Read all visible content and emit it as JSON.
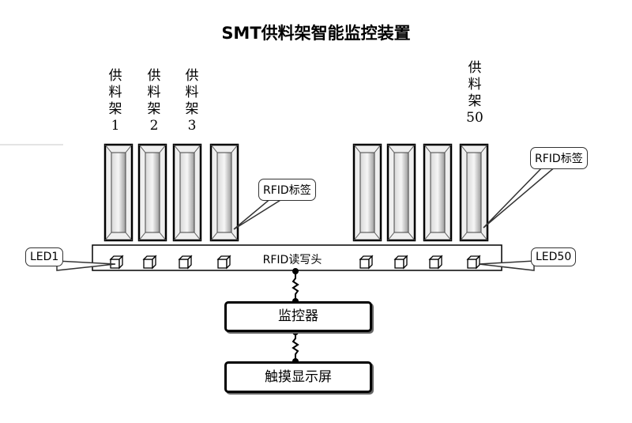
{
  "title": "SMT供料架智能监控装置",
  "feeders": [
    "供料架1",
    "供料架2",
    "供料架3",
    "供料架50"
  ],
  "rfid_tag_left": "RFID标签",
  "rfid_tag_right": "RFID标签",
  "reader_label": "RFID读写头",
  "led_left": "LED1",
  "led_right": "LED50",
  "monitor_label": "监控器",
  "display_label": "触摸显示屏"
}
